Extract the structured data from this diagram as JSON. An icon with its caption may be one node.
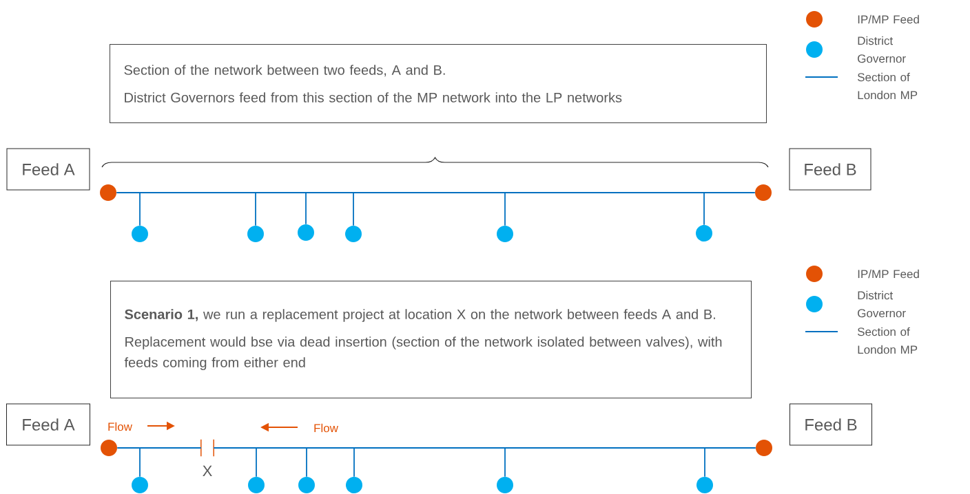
{
  "diagram": {
    "nodes": [
      {
        "text": [
          "Section of the network between two feeds, A and B.",
          "District Governors feed from this section of the MP network into the LP networks"
        ]
      },
      {
        "text": [
          "Feed A"
        ]
      },
      {
        "text": [
          "Feed B"
        ]
      },
      {
        "text": [],
        "shape": "circle"
      },
      {
        "text": [],
        "shape": "circle"
      },
      {
        "text": [],
        "shape": "circle"
      },
      {
        "text": [],
        "shape": "circle"
      },
      {
        "text": [],
        "shape": "circle"
      },
      {
        "text": [],
        "shape": "circle"
      },
      {
        "text": [],
        "shape": "circle"
      },
      {
        "text": [],
        "shape": "circle"
      },
      {
        "text": [
          "**Scenario 1,** we run a replacement project at location X on the network between feeds A and B.",
          "Replacement would bse via dead insertion (section of the network isolated between valves), with feeds coming from either end"
        ]
      },
      {
        "text": [
          "Feed A"
        ]
      },
      {
        "text": [
          "Feed B"
        ]
      },
      {
        "text": [],
        "shape": "circle"
      },
      {
        "text": [],
        "shape": "circle"
      },
      {
        "text": [],
        "shape": "circle"
      },
      {
        "text": [],
        "shape": "circle"
      },
      {
        "text": [],
        "shape": "circle"
      },
      {
        "text": [],
        "shape": "circle"
      },
      {
        "text": [],
        "shape": "circle"
      },
      {
        "text": [],
        "shape": "circle"
      },
      {
        "text": [],
        "shape": "valve",
        "beside": [
          "X"
        ]
      }
    ],
    "edges": [
      {
        "from": 3,
        "to": 10,
        "arrow": "none"
      },
      {
        "from": null,
        "to": 4,
        "arrow": "none"
      },
      {
        "from": null,
        "to": 5,
        "arrow": "none"
      },
      {
        "from": null,
        "to": 6,
        "arrow": "none"
      },
      {
        "from": null,
        "to": 7,
        "arrow": "none"
      },
      {
        "from": null,
        "to": 8,
        "arrow": "none"
      },
      {
        "from": null,
        "to": 9,
        "arrow": "none"
      },
      {
        "from": 14,
        "to": 22,
        "arrow": "none"
      },
      {
        "from": 22,
        "to": 21,
        "arrow": "none"
      },
      {
        "from": null,
        "to": 15,
        "arrow": "none"
      },
      {
        "from": null,
        "to": 16,
        "arrow": "none"
      },
      {
        "from": null,
        "to": 17,
        "arrow": "none"
      },
      {
        "from": null,
        "to": 18,
        "arrow": "none"
      },
      {
        "from": null,
        "to": 19,
        "arrow": "none"
      },
      {
        "from": null,
        "to": 20,
        "arrow": "none"
      }
    ],
    "labels": [
      "Flow",
      "Flow"
    ],
    "legend": [
      {
        "text": "IP/MP Feed",
        "color": "#e35205"
      },
      {
        "text": "District Governor",
        "color": "#00b0f0"
      },
      {
        "text": "Section of London MP"
      },
      {
        "text": "IP/MP Feed",
        "color": "#e35205"
      },
      {
        "text": "District Governor",
        "color": "#00b0f0"
      },
      {
        "text": "Section of London MP"
      }
    ]
  }
}
